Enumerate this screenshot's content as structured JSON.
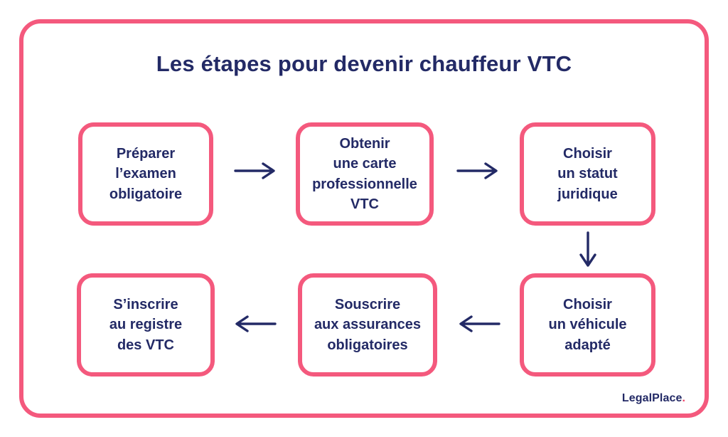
{
  "page": {
    "title": "Les étapes pour devenir chauffeur VTC"
  },
  "steps": [
    {
      "label": "Préparer\nl’examen\nobligatoire"
    },
    {
      "label": "Obtenir\nune carte\nprofessionnelle\nVTC"
    },
    {
      "label": "Choisir\nun statut\njuridique"
    },
    {
      "label": "Choisir\nun véhicule\nadapté"
    },
    {
      "label": "Souscrire\naux assurances\nobligatoires"
    },
    {
      "label": "S’inscrire\nau registre\ndes VTC"
    }
  ],
  "flow_arrows": [
    {
      "from": 1,
      "to": 2,
      "direction": "right"
    },
    {
      "from": 2,
      "to": 3,
      "direction": "right"
    },
    {
      "from": 3,
      "to": 4,
      "direction": "down"
    },
    {
      "from": 4,
      "to": 5,
      "direction": "left"
    },
    {
      "from": 5,
      "to": 6,
      "direction": "left"
    }
  ],
  "logo": {
    "text": "LegalPlace",
    "dot": "."
  },
  "colors": {
    "accent_pink": "#f4597d",
    "navy": "#232a66",
    "logo_dot": "#ef4066",
    "background": "#ffffff"
  }
}
